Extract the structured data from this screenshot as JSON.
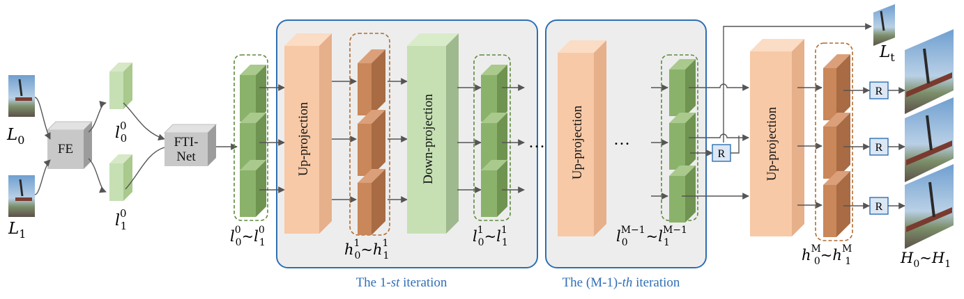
{
  "blocks": {
    "fe": "FE",
    "fti_line1": "FTI-",
    "fti_line2": "Net",
    "up": "Up-projection",
    "down": "Down-projection",
    "refine": "R"
  },
  "inputs": {
    "l0": {
      "base": "L",
      "sub": "0"
    },
    "l1": {
      "base": "L",
      "sub": "1"
    }
  },
  "features": {
    "f0": {
      "base": "l",
      "sub": "0",
      "sup": "0"
    },
    "f1": {
      "base": "l",
      "sub": "1",
      "sup": "0"
    }
  },
  "stack_labels": {
    "s0": {
      "a": "l",
      "asub": "0",
      "asup": "0",
      "tilde": "~",
      "b": "l",
      "bsub": "1",
      "bsup": "0"
    },
    "h1": {
      "a": "h",
      "asub": "0",
      "asup": "1",
      "tilde": "~",
      "b": "h",
      "bsub": "1",
      "bsup": "1"
    },
    "s1": {
      "a": "l",
      "asub": "0",
      "asup": "1",
      "tilde": "~",
      "b": "l",
      "bsub": "1",
      "bsup": "1"
    },
    "sm": {
      "a": "l",
      "asub": "0",
      "asup": "M−1",
      "tilde": "~",
      "b": "l",
      "bsub": "1",
      "bsup": "M−1"
    },
    "hm": {
      "a": "h",
      "asub": "0",
      "asup": "M",
      "tilde": "~",
      "b": "h",
      "bsub": "1",
      "bsup": "M"
    }
  },
  "outputs": {
    "lt": {
      "base": "L",
      "sub": "t"
    },
    "h": {
      "a": "H",
      "asub": "0",
      "tilde": "~",
      "b": "H",
      "bsub": "1"
    }
  },
  "ellipsis": "…",
  "captions": {
    "iter1_pre": "The 1-",
    "iter1_em": "st",
    "iter1_post": " iteration",
    "iterm_pre": "The (M-1)-",
    "iterm_em": "th",
    "iterm_post": " iteration"
  },
  "colors": {
    "frame_stroke": "#2e6fb0",
    "frame_fill": "#ededed",
    "green_front": "#8bb26a",
    "green_side": "#6f9350",
    "green_top": "#a9c98d",
    "light_green_front": "#c6e0b4",
    "peach_front": "#f7c9a7",
    "orange_front": "#c9875a",
    "gray_front": "#c8c8c8",
    "caption": "#2f6fb5",
    "dashed_green": "#5c8a3c",
    "dashed_orange": "#b06a30"
  }
}
